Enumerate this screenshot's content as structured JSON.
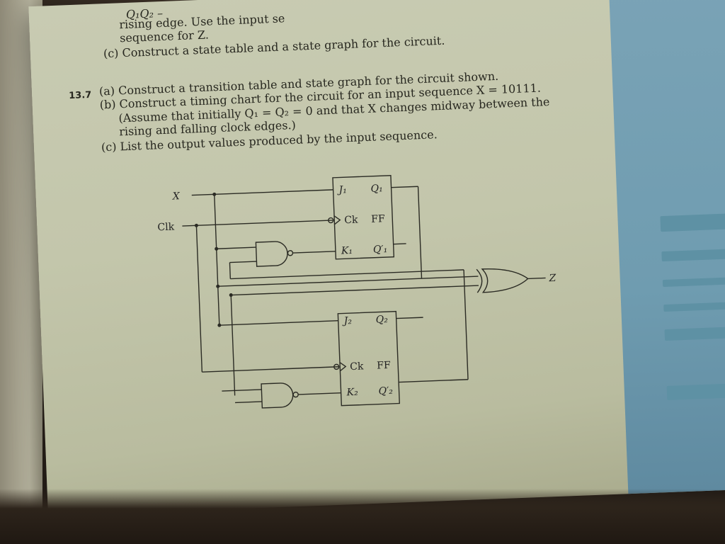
{
  "header_fragment": {
    "label": "Q₁Q₂ –",
    "line1": "rising edge. Use the input se",
    "line2": "sequence for Z.",
    "line3": "(c) Construct a state table and a state graph for the circuit."
  },
  "problem": {
    "number": "13.7",
    "part_a": "(a) Construct a transition table and state graph for the circuit shown.",
    "part_b1": "(b) Construct a timing chart for the circuit for an input sequence X = 10111.",
    "part_b2": "(Assume that initially Q₁ = Q₂ = 0 and that X changes midway between the",
    "part_b3": "rising and falling clock edges.)",
    "part_c": "(c) List the output values produced by the input sequence."
  },
  "circuit": {
    "input_x": "X",
    "input_clk": "Clk",
    "output_z": "Z",
    "ff1": {
      "j": "J₁",
      "q": "Q₁",
      "ck": "Ck",
      "ff": "FF",
      "k": "K₁",
      "qbar": "Q′₁"
    },
    "ff2": {
      "j": "J₂",
      "q": "Q₂",
      "ck": "Ck",
      "ff": "FF",
      "k": "K₂",
      "qbar": "Q′₂"
    }
  }
}
